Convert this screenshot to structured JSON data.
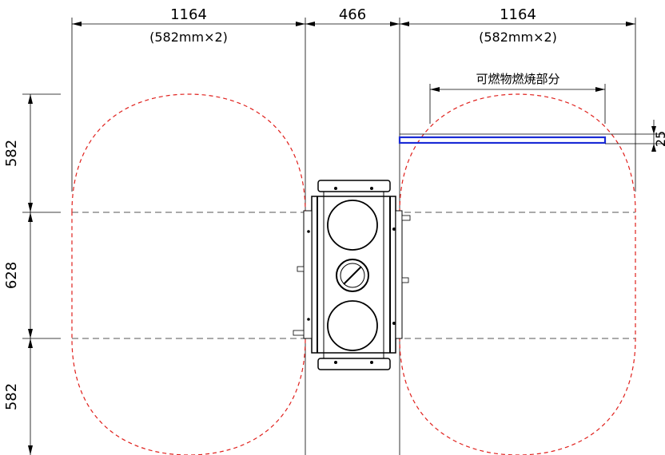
{
  "dimensions": {
    "top_left": {
      "value": "1164",
      "breakdown": "(582mm×2)"
    },
    "top_center": {
      "value": "466"
    },
    "top_right": {
      "value": "1164",
      "breakdown": "(582mm×2)"
    },
    "left_top": {
      "value": "582"
    },
    "left_middle": {
      "value": "628"
    },
    "left_bottom": {
      "value": "582"
    },
    "right_small": {
      "value": "25"
    }
  },
  "labels": {
    "combustible_part": "可燃物燃焼部分"
  },
  "colors": {
    "clearance_boundary": "#e0201c",
    "combustible_material": "#1a2bd6",
    "lines": "#000000"
  }
}
